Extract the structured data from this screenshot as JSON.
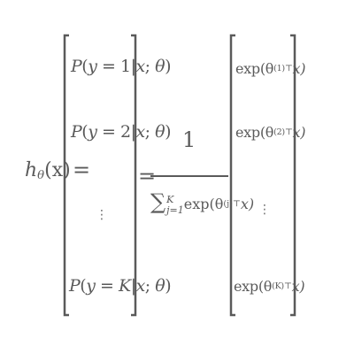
{
  "equation": {
    "lhs": {
      "base": "h",
      "subscript": "θ",
      "argument": "(x)"
    },
    "equals": "=",
    "left_vector": [
      {
        "P": "P",
        "open": "(",
        "y": "y",
        "eq": " = ",
        "value": "1",
        "bar": "|",
        "x": "x",
        "sep": "; ",
        "theta": "θ",
        "close": ")"
      },
      {
        "P": "P",
        "open": "(",
        "y": "y",
        "eq": " = ",
        "value": "2",
        "bar": "|",
        "x": "x",
        "sep": "; ",
        "theta": "θ",
        "close": ")"
      },
      {
        "P": "P",
        "open": "(",
        "y": "y",
        "eq": " = ",
        "value": "K",
        "bar": "|",
        "x": "x",
        "sep": "; ",
        "theta": "θ",
        "close": ")"
      }
    ],
    "fraction": {
      "numerator": "1",
      "sum_symbol": "∑",
      "sum_upper": "K",
      "sum_lower": "j=1",
      "term": "exp(θ",
      "term_sup": "(j)⊤",
      "term_tail": "x)"
    },
    "right_vector": [
      {
        "fn": "exp(θ",
        "sup": "(1)⊤",
        "tail": "x)"
      },
      {
        "fn": "exp(θ",
        "sup": "(2)⊤",
        "tail": "x)"
      },
      {
        "fn": "exp(θ",
        "sup": "(K)⊤",
        "tail": "x)"
      }
    ],
    "vdots": "⋮"
  }
}
